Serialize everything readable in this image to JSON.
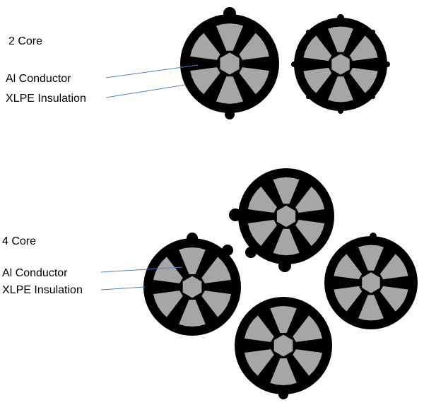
{
  "sections": [
    {
      "id": "two-core",
      "heading": "2 Core",
      "conductor_label": "Al Conductor",
      "insulation_label": "XLPE Insulation"
    },
    {
      "id": "four-core",
      "heading": "4 Core",
      "conductor_label": "Al Conductor",
      "insulation_label": "XLPE Insulation"
    }
  ],
  "colors": {
    "insulation": "#000000",
    "conductor": "#a6a6a6",
    "leader_line": "#4f81bd",
    "background": "#ffffff"
  }
}
